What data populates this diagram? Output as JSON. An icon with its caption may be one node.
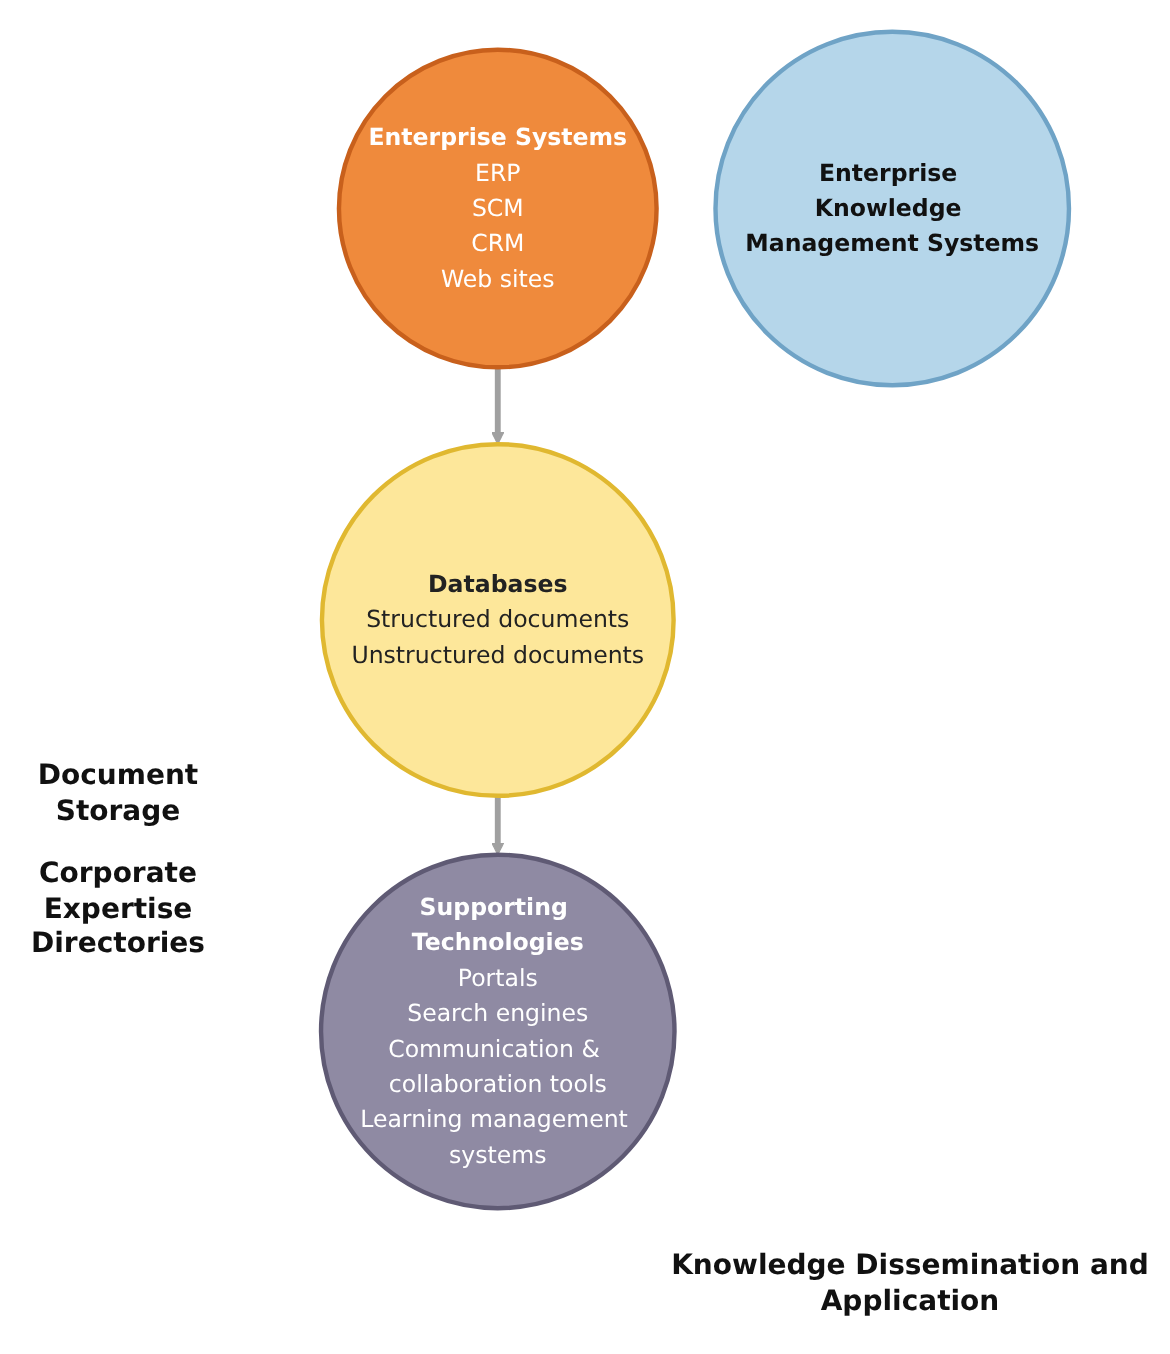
{
  "diagram": {
    "nodes": [
      {
        "text": [
          "Enterprise Systems",
          "ERP",
          "SCM",
          "CRM",
          "Web sites"
        ]
      },
      {
        "text": [
          "Databases",
          "Structured documents",
          "Unstructured documents"
        ]
      },
      {
        "text": [
          "Enterprise Knowledge Management Systems"
        ]
      },
      {
        "text": [
          "Supporting Technologies",
          "Portals",
          "Search engines",
          "Communication & collaboration tools",
          "Learning management systems"
        ]
      }
    ],
    "edges": [
      {
        "from": 0,
        "to": 1,
        "arrow": "to"
      },
      {
        "from": 1,
        "to": 3,
        "arrow": "to"
      }
    ],
    "labels": [
      "Document Storage",
      "Corporate Expertise Directories",
      "Knowledge Dissemination and Application"
    ]
  }
}
